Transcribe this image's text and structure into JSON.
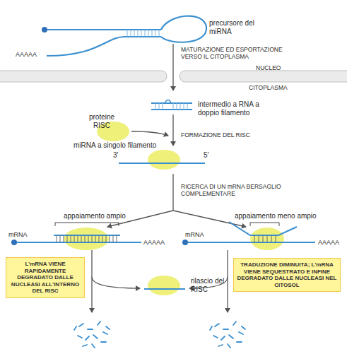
{
  "diagram": {
    "nodes": [
      {
        "text": [
          "L'mRNA VIENE RAPIDAMENTE DEGRADATO DALLE NUCLEASI ALL'INTERNO DEL RISC"
        ]
      },
      {
        "text": [
          "TRADUZIONE DIMINUITA; L'mRNA VIENE SEQUESTRATO E INFINE DEGRADATO DALLE NUCLEASI NEL CITOSOL"
        ]
      }
    ],
    "labels": [
      "precursore del miRNA",
      "AAAAA",
      "MATURAZIONE ED ESPORTAZIONE VERSO IL CITOPLASMA",
      "NUCLEO",
      "CITOPLASMA",
      "proteine RISC",
      "intermedio a RNA a doppio filamento",
      "FORMAZIONE DEL RISC",
      "miRNA a singolo filamento",
      "3'",
      "5'",
      "RICERCA DI UN mRNA BERSAGLIO COMPLEMENTARE",
      "appaiamento ampio",
      "appaiamento meno ampio",
      "mRNA",
      "AAAAA",
      "mRNA",
      "AAAAA",
      "rilascio del RISC"
    ]
  }
}
